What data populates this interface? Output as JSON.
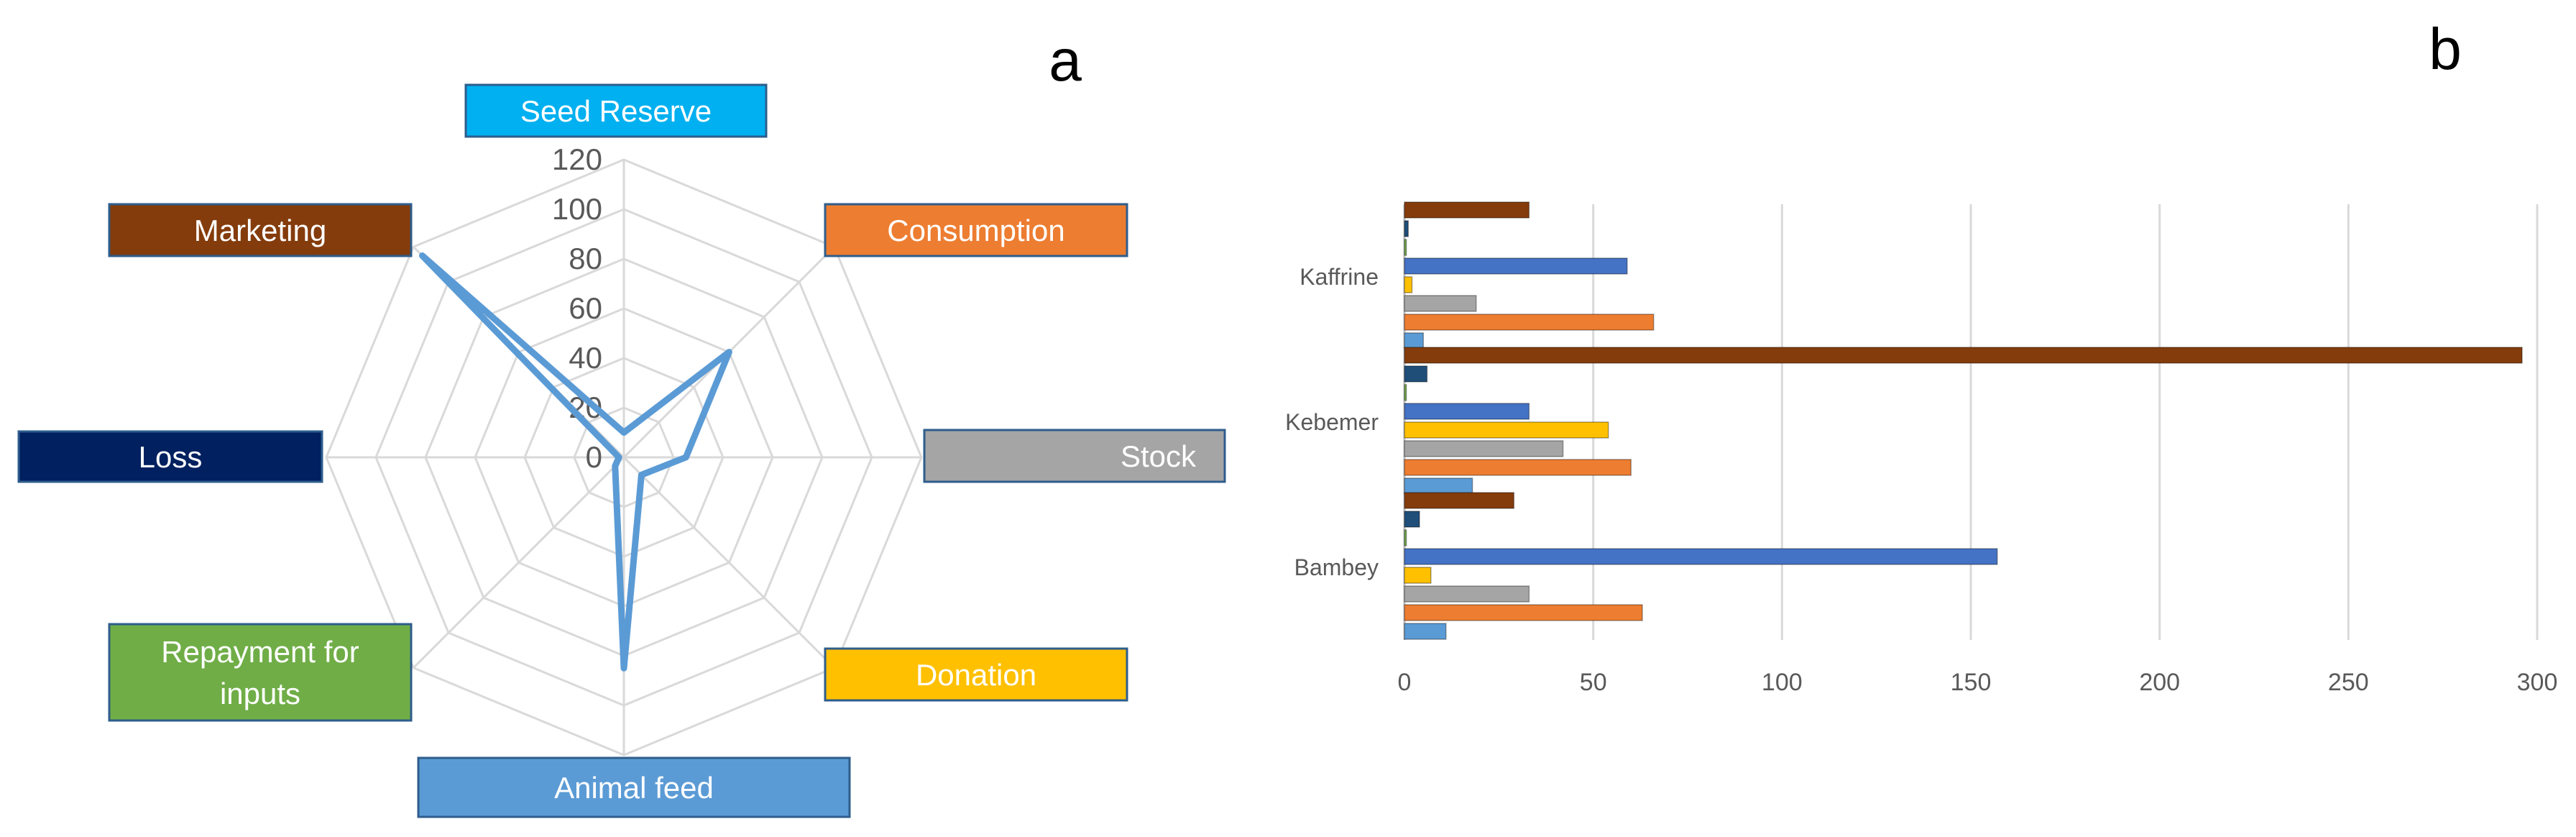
{
  "panels": {
    "a_label": "a",
    "b_label": "b"
  },
  "colors": {
    "radar_line": "#5b9bd5",
    "radar_grid": "#d9d9d9",
    "bar_grid": "#d9d9d9",
    "tick_text": "#595959"
  },
  "chart_data": [
    {
      "type": "radar",
      "panel": "a",
      "title": "",
      "axes": [
        "Seed Reserve",
        "Consumption",
        "Stock",
        "Donation",
        "Animal feed",
        "Repayment for inputs",
        "Loss",
        "Marketing"
      ],
      "axis_colors": [
        "#00b0f0",
        "#ed7d31",
        "#a5a5a5",
        "#ffc000",
        "#5b9bd5",
        "#70ad47",
        "#002060",
        "#843c0c"
      ],
      "radial_ticks": [
        0,
        20,
        40,
        60,
        80,
        100,
        120
      ],
      "rmax": 120,
      "grid": true,
      "series": [
        {
          "values": [
            10,
            60,
            25,
            10,
            85,
            5,
            2,
            115
          ]
        }
      ]
    },
    {
      "type": "bar",
      "orientation": "horizontal",
      "panel": "b",
      "title": "",
      "categories": [
        "Kaffrine",
        "Kebemer",
        "Bambey"
      ],
      "xlim": [
        0,
        300
      ],
      "xticks": [
        0,
        50,
        100,
        150,
        200,
        250,
        300
      ],
      "grid": true,
      "series": [
        {
          "color": "#843c0c",
          "values": [
            33,
            296,
            29
          ]
        },
        {
          "color": "#1f4e79",
          "values": [
            1,
            6,
            4
          ]
        },
        {
          "color": "#70ad47",
          "values": [
            0.5,
            0.5,
            0.5
          ]
        },
        {
          "color": "#4472c4",
          "values": [
            59,
            33,
            157
          ]
        },
        {
          "color": "#ffc000",
          "values": [
            2,
            54,
            7
          ]
        },
        {
          "color": "#a5a5a5",
          "values": [
            19,
            42,
            33
          ]
        },
        {
          "color": "#ed7d31",
          "values": [
            66,
            60,
            63
          ]
        },
        {
          "color": "#5b9bd5",
          "values": [
            5,
            18,
            11
          ]
        }
      ]
    }
  ]
}
